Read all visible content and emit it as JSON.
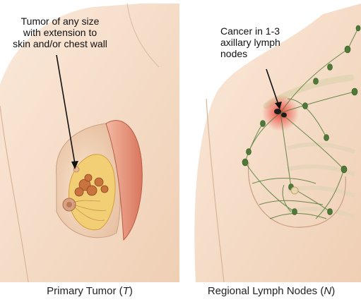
{
  "left": {
    "callout": "Tumor of any size\nwith extension to\nskin and/or chest wall",
    "caption_prefix": "Primary Tumor (",
    "caption_letter": "T",
    "caption_suffix": ")"
  },
  "right": {
    "callout": "Cancer in 1-3\naxillary lymph\nnodes",
    "caption_prefix": "Regional Lymph Nodes (",
    "caption_letter": "N",
    "caption_suffix": ")"
  },
  "colors": {
    "skin": "#f7e1cf",
    "skin_shadow": "#ecc9ad",
    "muscle": "#e9a08a",
    "fat": "#f2cf74",
    "tumor": "#c9733f",
    "lymph": "#4e7a36",
    "highlight": "#e8342c"
  }
}
